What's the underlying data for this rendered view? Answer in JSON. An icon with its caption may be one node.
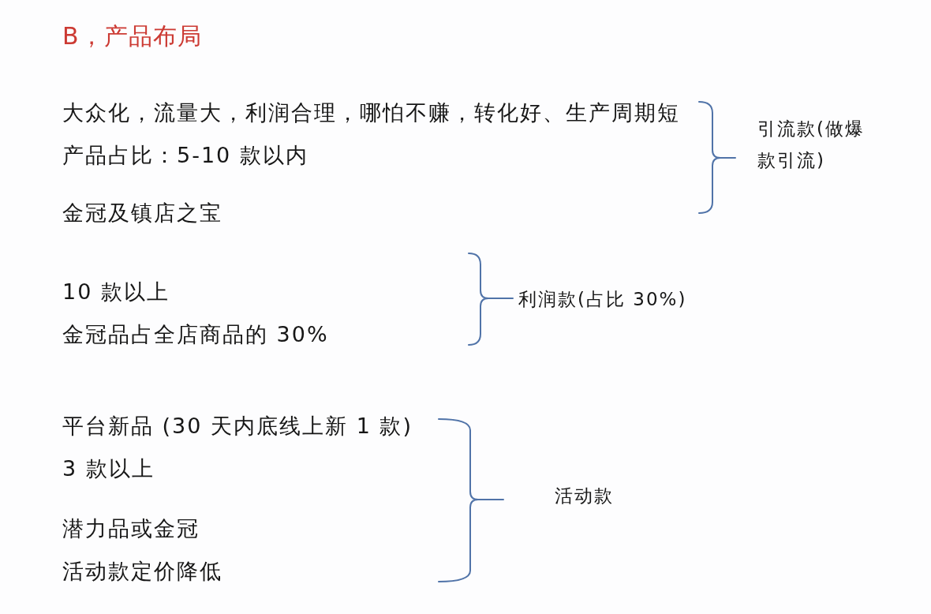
{
  "diagram": {
    "title": "B，产品布局",
    "labels": [
      "大众化，流量大，利润合理，哪怕不赚，转化好、生产周期短",
      "产品占比：5-10 款以内",
      "金冠及镇店之宝",
      "引流款(做爆款引流)",
      "10 款以上",
      "金冠品占全店商品的 30%",
      "利润款(占比 30%)",
      "平台新品 (30 天内底线上新 1 款)",
      "3 款以上",
      "潜力品或金冠",
      "活动款定价降低",
      "活动款"
    ]
  }
}
